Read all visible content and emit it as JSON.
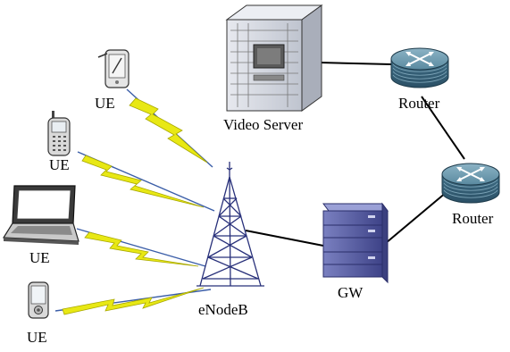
{
  "diagram": {
    "labels": {
      "ue_1": "UE",
      "ue_2": "UE",
      "ue_3": "UE",
      "ue_4": "UE",
      "enodeb": "eNodeB",
      "gateway": "GW",
      "video_server": "Video Server",
      "router_1": "Router",
      "router_2": "Router"
    },
    "nodes": [
      {
        "id": "ue-1",
        "type": "pda-icon"
      },
      {
        "id": "ue-2",
        "type": "mobile-phone-icon"
      },
      {
        "id": "ue-3",
        "type": "laptop-icon"
      },
      {
        "id": "ue-4",
        "type": "handheld-device-icon"
      },
      {
        "id": "enodeb",
        "type": "cell-tower-icon"
      },
      {
        "id": "gateway",
        "type": "server-rack-icon"
      },
      {
        "id": "video-server",
        "type": "server-tower-icon"
      },
      {
        "id": "router-1",
        "type": "router-icon"
      },
      {
        "id": "router-2",
        "type": "router-icon"
      }
    ],
    "links": [
      {
        "from": "ue-1",
        "to": "enodeb",
        "kind": "wireless"
      },
      {
        "from": "ue-2",
        "to": "enodeb",
        "kind": "wireless"
      },
      {
        "from": "ue-3",
        "to": "enodeb",
        "kind": "wireless"
      },
      {
        "from": "ue-4",
        "to": "enodeb",
        "kind": "wireless"
      },
      {
        "from": "enodeb",
        "to": "gateway",
        "kind": "wired"
      },
      {
        "from": "gateway",
        "to": "router-2",
        "kind": "wired"
      },
      {
        "from": "router-2",
        "to": "router-1",
        "kind": "wired"
      },
      {
        "from": "router-1",
        "to": "video-server",
        "kind": "wired"
      }
    ],
    "colors": {
      "wireless_line": "#3b5ea8",
      "lightning": "#e8e814",
      "lightning_outline": "#a8a800",
      "wired_line": "#000000",
      "router": "#4f7e95",
      "rack": "#5a5fa3",
      "server": "#d5d8e0"
    }
  }
}
